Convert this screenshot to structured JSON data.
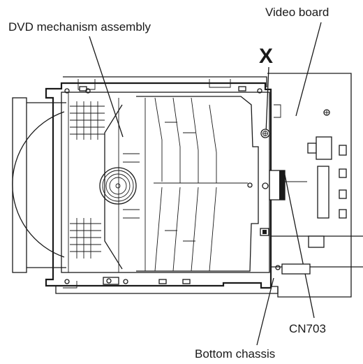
{
  "labels": {
    "dvd_mechanism": "DVD mechanism assembly",
    "video_board": "Video board",
    "screw_marker": "X",
    "connector": "CN703",
    "bottom_chassis": "Bottom chassis"
  }
}
